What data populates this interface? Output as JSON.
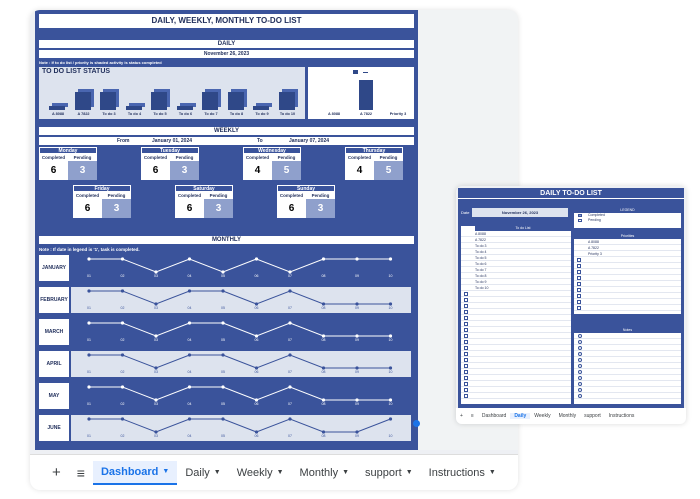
{
  "main": {
    "title": "DAILY, WEEKLY, MONTHLY TO-DO LIST",
    "daily_header": "DAILY",
    "daily_date": "November 26, 2023",
    "note1": "Note : If to do list / priority is shaded activity is status completed",
    "status_title": "TO DO LIST STATUS",
    "status_items": [
      "A 8088",
      "A 7822",
      "To do 3",
      "To do 4",
      "To do 5",
      "To do 6",
      "To do 7",
      "To do 8",
      "To do 9",
      "To do 10"
    ],
    "status_done": [
      false,
      true,
      true,
      false,
      true,
      false,
      true,
      true,
      false,
      true
    ],
    "priority_items": [
      "A 8088",
      "A 7822",
      "Priority 3"
    ],
    "priority_done": [
      false,
      true,
      false
    ],
    "weekly_header": "WEEKLY",
    "from_label": "From",
    "from_date": "January 01, 2024",
    "to_label": "To",
    "to_date": "January 07, 2024",
    "completed_label": "Completed",
    "pending_label": "Pending",
    "days": [
      {
        "name": "Monday",
        "completed": "6",
        "pending": "3"
      },
      {
        "name": "Tuesday",
        "completed": "6",
        "pending": "3"
      },
      {
        "name": "Wednesday",
        "completed": "4",
        "pending": "5"
      },
      {
        "name": "Thursday",
        "completed": "4",
        "pending": "5"
      },
      {
        "name": "Friday",
        "completed": "6",
        "pending": "3"
      },
      {
        "name": "Saturday",
        "completed": "6",
        "pending": "3"
      },
      {
        "name": "Sunday",
        "completed": "6",
        "pending": "3"
      }
    ],
    "monthly_header": "MONTHLY",
    "note2": "Note : If date in legend is '1', task is completed.",
    "months": [
      "JANUARY",
      "FEBRUARY",
      "MARCH",
      "APRIL",
      "MAY",
      "JUNE"
    ],
    "month_axis": [
      "01",
      "02",
      "03",
      "04",
      "05",
      "06",
      "07",
      "08",
      "09",
      "10"
    ]
  },
  "tabs": {
    "add": "+",
    "menu": "≡",
    "items": [
      "Dashboard",
      "Daily",
      "Weekly",
      "Monthly",
      "support",
      "Instructions"
    ],
    "active": "Dashboard"
  },
  "preview": {
    "title": "DAILY TO-DO LIST",
    "date_label": "Date",
    "date_value": "November 26, 2023",
    "legend_label": "LEGEND",
    "legend_completed": "Completed",
    "legend_pending": "Pending",
    "todo_label": "To do List",
    "todo_items": [
      "A 8088",
      "A 7822",
      "To do 3",
      "To do 4",
      "To do 5",
      "To do 6",
      "To do 7",
      "To do 8",
      "To do 9",
      "To do 10"
    ],
    "priorities_label": "Priorities",
    "priority_items": [
      "A 8088",
      "A 7822",
      "Priority 3"
    ],
    "notes_label": "Notes",
    "tab_add": "+",
    "tab_menu": "≡",
    "tabs": [
      "Dashboard",
      "Daily",
      "Weekly",
      "Monthly",
      "support",
      "Instructions"
    ]
  },
  "colors": {
    "navy": "#3a539b",
    "dark": "#1f2d5a",
    "accent": "#1a73e8"
  }
}
